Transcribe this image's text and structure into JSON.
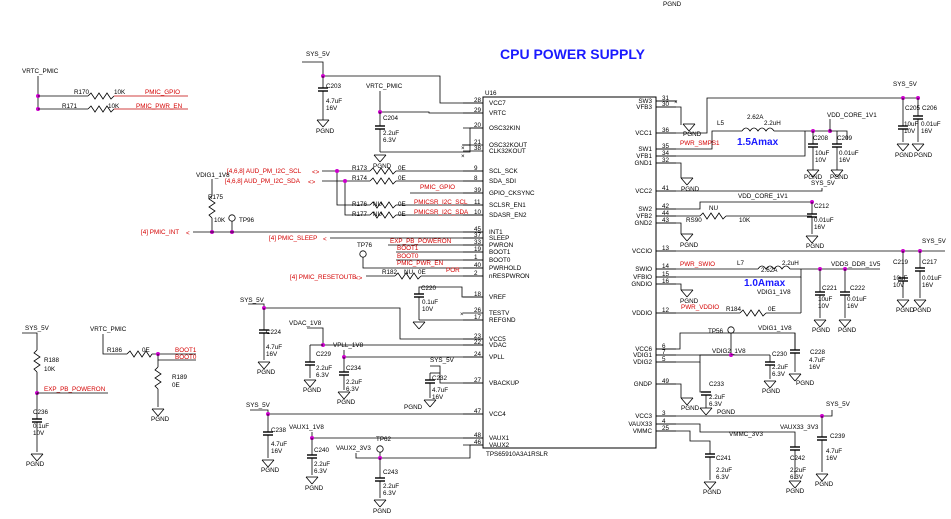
{
  "title": "CPU POWER SUPPLY",
  "top_label": "PGND",
  "ic": {
    "ref": "U16",
    "part": "TPS65910A3A1RSLR",
    "left_pins": [
      {
        "num": "28",
        "name": "VCC7"
      },
      {
        "num": "29",
        "name": "VRTC"
      },
      {
        "num": "20",
        "name": "OSC32KIN"
      },
      {
        "num": "21",
        "name": "OSC32KOUT"
      },
      {
        "num": "38",
        "name": "CLK32KOUT"
      },
      {
        "num": "9",
        "name": "SCL_SCK"
      },
      {
        "num": "8",
        "name": "SDA_SDI"
      },
      {
        "num": "39",
        "name": "GPIO_CKSYNC"
      },
      {
        "num": "11",
        "name": "SCLSR_EN1"
      },
      {
        "num": "10",
        "name": "SDASR_EN2"
      },
      {
        "num": "45",
        "name": "INT1"
      },
      {
        "num": "37",
        "name": "SLEEP"
      },
      {
        "num": "33",
        "name": "PWRON"
      },
      {
        "num": "19",
        "name": "BOOT1"
      },
      {
        "num": "1",
        "name": "BOOT0"
      },
      {
        "num": "40",
        "name": "PWRHOLD"
      },
      {
        "num": "2",
        "name": "nRESPWRON"
      },
      {
        "num": "18",
        "name": "VREF"
      },
      {
        "num": "26",
        "name": "TESTV"
      },
      {
        "num": "17",
        "name": "REFGND"
      },
      {
        "num": "23",
        "name": "VCC5"
      },
      {
        "num": "22",
        "name": "VDAC"
      },
      {
        "num": "24",
        "name": "VPLL"
      },
      {
        "num": "27",
        "name": "VBACKUP"
      },
      {
        "num": "47",
        "name": "VCC4"
      },
      {
        "num": "48",
        "name": "VAUX1"
      },
      {
        "num": "46",
        "name": "VAUX2"
      }
    ],
    "right_pins": [
      {
        "num": "31",
        "name": "SW3"
      },
      {
        "num": "30",
        "name": "VFB3"
      },
      {
        "num": "36",
        "name": "VCC1"
      },
      {
        "num": "35",
        "name": "SW1"
      },
      {
        "num": "34",
        "name": "VFB1"
      },
      {
        "num": "32",
        "name": "GND1"
      },
      {
        "num": "41",
        "name": "VCC2"
      },
      {
        "num": "42",
        "name": "SW2"
      },
      {
        "num": "44",
        "name": "VFB2"
      },
      {
        "num": "43",
        "name": "GND2"
      },
      {
        "num": "13",
        "name": "VCCIO"
      },
      {
        "num": "14",
        "name": "SWIO"
      },
      {
        "num": "15",
        "name": "VFBIO"
      },
      {
        "num": "16",
        "name": "GNDIO"
      },
      {
        "num": "12",
        "name": "VDDIO"
      },
      {
        "num": "6",
        "name": "VCC6"
      },
      {
        "num": "7",
        "name": "VDIG1"
      },
      {
        "num": "5",
        "name": "VDIG2"
      },
      {
        "num": "49",
        "name": "GNDP"
      },
      {
        "num": "3",
        "name": "VCC3"
      },
      {
        "num": "4",
        "name": "VAUX33"
      },
      {
        "num": "25",
        "name": "VMMC"
      }
    ]
  },
  "nets": {
    "vrtc_pmic": "VRTC_PMIC",
    "sys_5v": "SYS_5V",
    "pgnd": "PGND",
    "vdig1_1v8": "VDIG1_1V8",
    "vdac_1v8": "VDAC_1V8",
    "vpll_1v8": "VPLL_1V8",
    "vaux1_1v8": "VAUX1_1V8",
    "vaux2_3v3": "VAUX2_3V3",
    "vdd_core_1v1_a": "VDD_CORE_1V1",
    "vdd_core_1v1_b": "VDD_CORE_1V1",
    "vdds_ddr_1v5": "VDDS_DDR_1V5",
    "vdig2_1v8": "VDIG2_1V8",
    "vmmc_3v3": "VMMC_3V3",
    "vaux33_3v3": "VAUX33_3V3",
    "pmic_gpio_a": "PMIC_GPIO",
    "pmic_pwr_en_a": "PMIC_PWR_EN",
    "aud_scl": "[4,6,8]  AUD_PM_I2C_SCL",
    "aud_sda": "[4,6,8]  AUD_PM_I2C_SDA",
    "pmic_gpio_b": "PMIC_GPIO",
    "pmicsr_scl": "PMICSR_I2C_SCL",
    "pmicsr_sda": "PMICSR_I2C_SDA",
    "pmic_int": "[4]  PMIC_INT",
    "pmic_sleep": "[4]  PMIC_SLEEP",
    "exp_pb_poweron_a": "EXP_PB_POWERON",
    "boot1_a": "BOOT1",
    "boot0_a": "BOOT0",
    "pmic_pwr_en_b": "PMIC_PWR_EN",
    "por": "POR",
    "pmic_resetoutb": "[4]  PMIC_RESETOUTB",
    "pwr_smps1": "PWR_SMPS1",
    "pwr_swio": "PWR_SWIO",
    "pwr_vddio": "PWR_VDDIO",
    "boot1_b": "BOOT1",
    "boot0_b": "BOOT0",
    "exp_pb_poweron_b": "EXP_PB_POWERON"
  },
  "components": {
    "r170": {
      "ref": "R170",
      "value": "10K"
    },
    "r171": {
      "ref": "R171",
      "value": "10K"
    },
    "c203": {
      "ref": "C203",
      "value": "4.7uF",
      "rating": "16V"
    },
    "c204": {
      "ref": "C204",
      "value": "2.2uF",
      "rating": "6.3V"
    },
    "r173": {
      "ref": "R173",
      "value": "0E"
    },
    "r174": {
      "ref": "R174",
      "value": "0E"
    },
    "r175": {
      "ref": "R175",
      "value": "10K"
    },
    "tp96": {
      "ref": "TP96"
    },
    "r176": {
      "ref": "R176",
      "value": "0E",
      "nu": "NU"
    },
    "r177": {
      "ref": "R177",
      "value": "0E",
      "nu": "NU"
    },
    "tp76": {
      "ref": "TP76"
    },
    "r182": {
      "ref": "R182",
      "value": "0E",
      "nu": "NU"
    },
    "c220": {
      "ref": "C220",
      "value": "0.1uF",
      "rating": "10V"
    },
    "c224": {
      "ref": "C224",
      "value": "4.7uF",
      "rating": "16V"
    },
    "c229": {
      "ref": "C229",
      "value": "2.2uF",
      "rating": "6.3V"
    },
    "c234": {
      "ref": "C234",
      "value": "2.2uF",
      "rating": "6.3V"
    },
    "c232": {
      "ref": "C232",
      "value": "4.7uF",
      "rating": "16V"
    },
    "c238": {
      "ref": "C238",
      "value": "4.7uF",
      "rating": "16V"
    },
    "c240": {
      "ref": "C240",
      "value": "2.2uF",
      "rating": "6.3V"
    },
    "tp62": {
      "ref": "TP62"
    },
    "c243": {
      "ref": "C243",
      "value": "2.2uF",
      "rating": "6.3V"
    },
    "r188": {
      "ref": "R188",
      "value": "10K"
    },
    "c236": {
      "ref": "C236",
      "value": "0.1uF",
      "rating": "10V"
    },
    "r186": {
      "ref": "R186",
      "value": "0E"
    },
    "r189": {
      "ref": "R189",
      "value": "0E"
    },
    "l5": {
      "ref": "L5",
      "value": "2.2uH",
      "current": "2.62A"
    },
    "c205": {
      "ref": "C205",
      "value": "10uF",
      "rating": "10V"
    },
    "c206": {
      "ref": "C206",
      "value": "0.01uF",
      "rating": "16V"
    },
    "c208": {
      "ref": "C208",
      "value": "10uF",
      "rating": "10V"
    },
    "c209": {
      "ref": "C209",
      "value": "0.01uF",
      "rating": "16V"
    },
    "rs90": {
      "ref": "RS90",
      "value": "10K",
      "nu": "NU"
    },
    "c212": {
      "ref": "C212",
      "value": "0.01uF",
      "rating": "16V"
    },
    "l7": {
      "ref": "L7",
      "value": "2.2uH",
      "current": "2.62A"
    },
    "c219": {
      "ref": "C219",
      "value": "10uF",
      "rating": "10V"
    },
    "c217": {
      "ref": "C217",
      "value": "0.01uF",
      "rating": "16V"
    },
    "c221": {
      "ref": "C221",
      "value": "10uF",
      "rating": "10V"
    },
    "c222": {
      "ref": "C222",
      "value": "0.01uF",
      "rating": "16V"
    },
    "r184": {
      "ref": "R184",
      "value": "0E"
    },
    "tp56": {
      "ref": "TP56"
    },
    "c228": {
      "ref": "C228",
      "value": "4.7uF",
      "rating": "16V"
    },
    "c230": {
      "ref": "C230",
      "value": "2.2uF",
      "rating": "6.3V"
    },
    "c233": {
      "ref": "C233",
      "value": "2.2uF",
      "rating": "6.3V"
    },
    "c241": {
      "ref": "C241",
      "value": "2.2uF",
      "rating": "6.3V"
    },
    "c242": {
      "ref": "C242",
      "value": "2.2uF",
      "rating": "6.3V"
    },
    "c239": {
      "ref": "C239",
      "value": "4.7uF",
      "rating": "16V"
    }
  },
  "annotations": {
    "core_current": "1.5Amax",
    "ddr_current": "1.0Amax"
  }
}
